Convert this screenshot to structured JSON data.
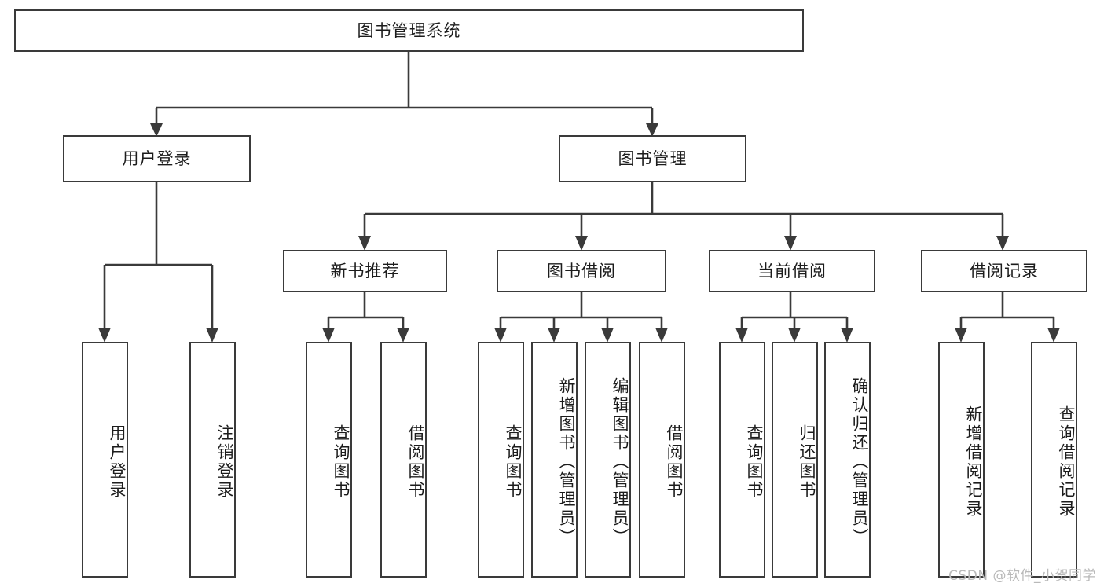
{
  "diagram": {
    "type": "tree-hierarchy",
    "title": "图书管理系统",
    "orientation": "top-down",
    "colors": {
      "background": "#ffffff",
      "node_border": "#3a3a3a",
      "node_fill": "#ffffff",
      "text": "#1c1c1c",
      "edge": "#3a3a3a",
      "watermark": "#b9b9b9"
    }
  },
  "root": {
    "label": "图书管理系统"
  },
  "level1": [
    {
      "label": "用户登录"
    },
    {
      "label": "图书管理"
    }
  ],
  "level2": [
    {
      "label": "新书推荐"
    },
    {
      "label": "图书借阅"
    },
    {
      "label": "当前借阅"
    },
    {
      "label": "借阅记录"
    }
  ],
  "leaves": {
    "user_login": [
      {
        "label": "用户登录"
      },
      {
        "label": "注销登录"
      }
    ],
    "new_book_recommend": [
      {
        "label": "查询图书"
      },
      {
        "label": "借阅图书"
      }
    ],
    "book_borrow": [
      {
        "label": "查询图书"
      },
      {
        "label": "新增图书（管理员）"
      },
      {
        "label": "编辑图书（管理员）"
      },
      {
        "label": "借阅图书"
      }
    ],
    "current_borrow": [
      {
        "label": "查询图书"
      },
      {
        "label": "归还图书"
      },
      {
        "label": "确认归还（管理员）"
      }
    ],
    "borrow_record": [
      {
        "label": "新增借阅记录"
      },
      {
        "label": "查询借阅记录"
      }
    ]
  },
  "watermark": {
    "text": "CSDN @软件_小贺同学"
  }
}
